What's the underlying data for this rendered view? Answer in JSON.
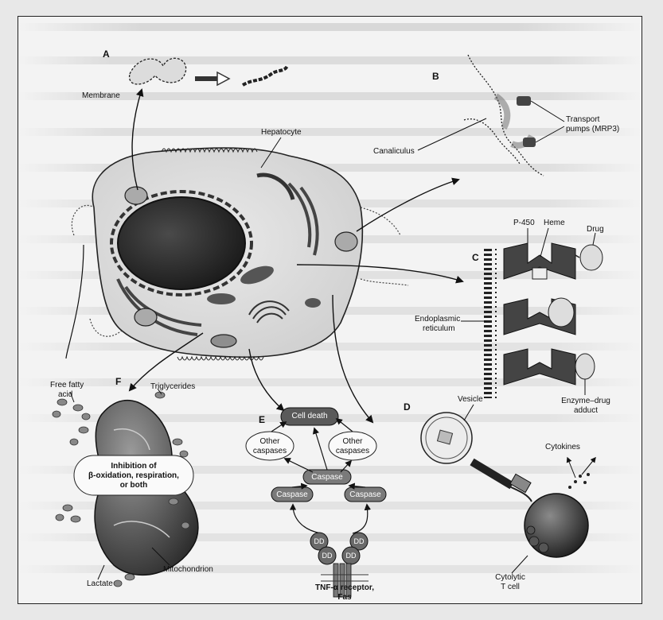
{
  "panels": {
    "a": "A",
    "b": "B",
    "c": "C",
    "d": "D",
    "e": "E",
    "f": "F"
  },
  "labels": {
    "membrane": "Membrane",
    "hepatocyte": "Hepatocyte",
    "canaliculus": "Canaliculus",
    "transport_pumps": [
      "Transport",
      "pumps (MRP3)"
    ],
    "p450": "P-450",
    "heme": "Heme",
    "drug": "Drug",
    "endoplasmic_reticulum": [
      "Endoplasmic",
      "reticulum"
    ],
    "enzyme_drug_adduct": [
      "Enzyme–drug",
      "adduct"
    ],
    "free_fatty_acid": [
      "Free fatty",
      "acid"
    ],
    "triglycerides": "Triglycerides",
    "inhibition": [
      "Inhibition of",
      "β-oxidation, respiration,",
      "or both"
    ],
    "mitochondrion": "Mitochondrion",
    "lactate": "Lactate",
    "cell_death": "Cell death",
    "other_caspases_left": [
      "Other",
      "caspases"
    ],
    "other_caspases_right": [
      "Other",
      "caspases"
    ],
    "caspase_top": "Caspase",
    "caspase_left": "Caspase",
    "caspase_right": "Caspase",
    "dd": "DD",
    "tnf_receptor": [
      "TNF-α receptor,",
      "Fas"
    ],
    "vesicle": "Vesicle",
    "cytokines": "Cytokines",
    "cytolytic_t_cell": [
      "Cytolytic",
      "T cell"
    ]
  },
  "colors": {
    "ink": "#111111",
    "page": "#f3f3f3",
    "gray_dark": "#3a3a3a",
    "gray_mid": "#7a7a7a",
    "gray_light": "#bdbdbd"
  }
}
